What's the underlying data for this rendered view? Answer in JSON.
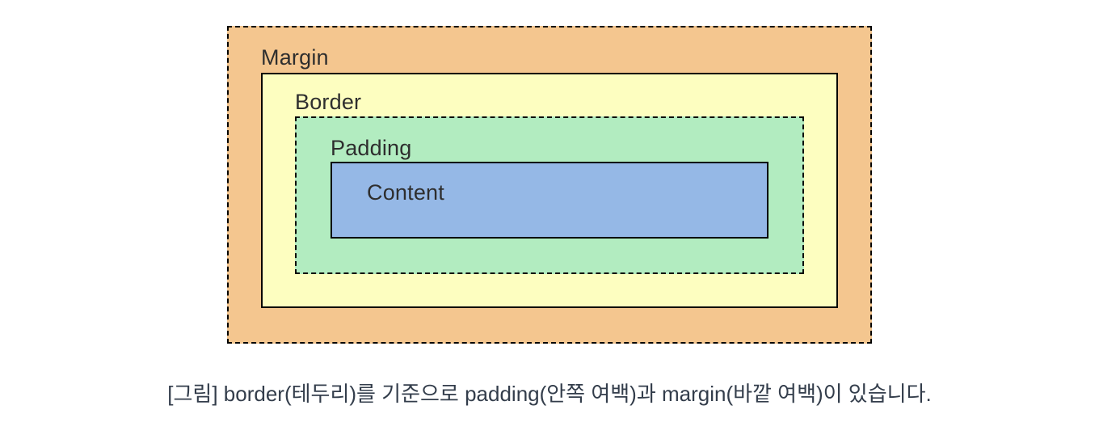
{
  "diagram": {
    "type": "css-box-model",
    "stroke_color": "#000000",
    "label_color": "#2e2e2e",
    "layers": {
      "margin": {
        "label": "Margin",
        "fill": "#f4c68f",
        "border_style": "dashed"
      },
      "border": {
        "label": "Border",
        "fill": "#fdfec0",
        "border_style": "solid"
      },
      "padding": {
        "label": "Padding",
        "fill": "#b2ecc0",
        "border_style": "dashed"
      },
      "content": {
        "label": "Content",
        "fill": "#95b8e6",
        "border_style": "solid"
      }
    }
  },
  "caption": {
    "text": "[그림] border(테두리)를 기준으로 padding(안쪽 여백)과 margin(바깥 여백)이 있습니다.",
    "color": "#333d4b"
  }
}
